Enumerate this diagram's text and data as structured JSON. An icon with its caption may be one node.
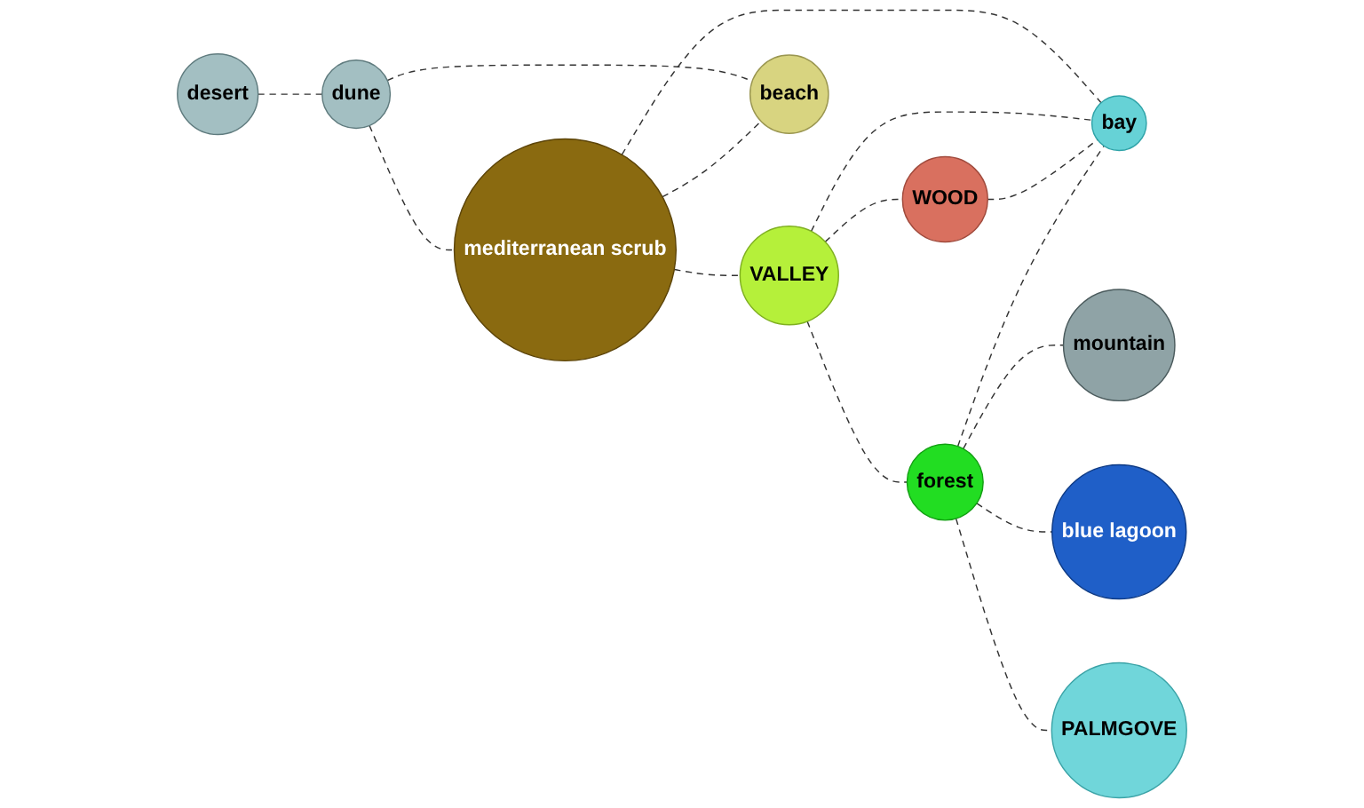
{
  "diagram": {
    "nodes": [
      {
        "text": [
          "VALLEY"
        ]
      },
      {
        "text": [
          "forest"
        ]
      },
      {
        "text": [
          "mountain"
        ]
      },
      {
        "text": [
          "desert"
        ]
      },
      {
        "text": [
          "mediterranean scrub"
        ]
      },
      {
        "text": [
          "WOOD"
        ]
      },
      {
        "text": [
          "dune"
        ]
      },
      {
        "text": [
          "blue lagoon"
        ]
      },
      {
        "text": [
          "beach"
        ]
      },
      {
        "text": [
          "PALMGOVE"
        ]
      },
      {
        "text": [
          "bay"
        ]
      }
    ],
    "edges": [
      {
        "from": 3,
        "to": 6,
        "arrow": "none",
        "style": "dashed"
      },
      {
        "from": 6,
        "to": 8,
        "arrow": "none",
        "style": "dashed"
      },
      {
        "from": 6,
        "to": 4,
        "arrow": "none",
        "style": "dashed"
      },
      {
        "from": 4,
        "to": 8,
        "arrow": "none",
        "style": "dashed"
      },
      {
        "from": 4,
        "to": 0,
        "arrow": "none",
        "style": "dashed"
      },
      {
        "from": 4,
        "to": 10,
        "arrow": "none",
        "style": "dashed"
      },
      {
        "from": 0,
        "to": 1,
        "arrow": "none",
        "style": "dashed"
      },
      {
        "from": 0,
        "to": 5,
        "arrow": "none",
        "style": "dashed"
      },
      {
        "from": 0,
        "to": 10,
        "arrow": "none",
        "style": "dashed"
      },
      {
        "from": 5,
        "to": 10,
        "arrow": "none",
        "style": "dashed"
      },
      {
        "from": 1,
        "to": 10,
        "arrow": "none",
        "style": "dashed"
      },
      {
        "from": 1,
        "to": 2,
        "arrow": "none",
        "style": "dashed"
      },
      {
        "from": 1,
        "to": 7,
        "arrow": "none",
        "style": "dashed"
      },
      {
        "from": 1,
        "to": 9,
        "arrow": "none",
        "style": "dashed"
      }
    ]
  }
}
